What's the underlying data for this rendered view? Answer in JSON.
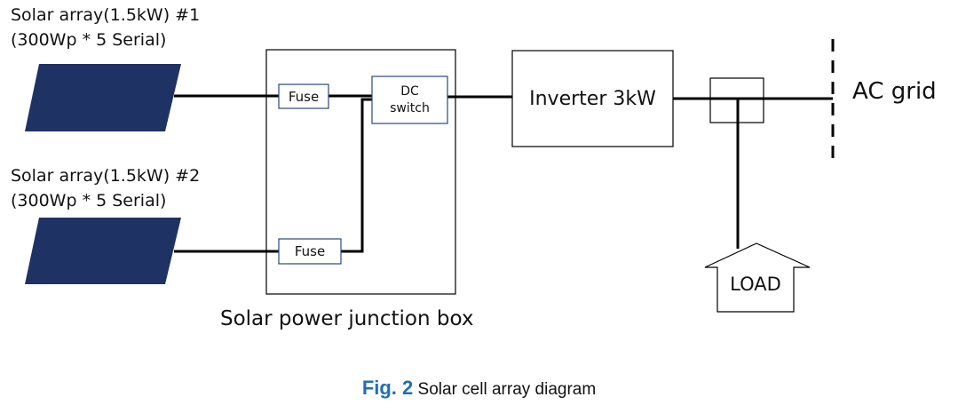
{
  "arrays": [
    {
      "title": "Solar array(1.5kW) #1",
      "config": "(300Wp * 5 Serial)"
    },
    {
      "title": "Solar array(1.5kW) #2",
      "config": "(300Wp * 5 Serial)"
    }
  ],
  "junction_box": {
    "label": "Solar power junction box",
    "fuse_top": "Fuse",
    "fuse_bottom": "Fuse",
    "dc_switch_line1": "DC",
    "dc_switch_line2": "switch"
  },
  "inverter": "Inverter 3kW",
  "grid": "AC grid",
  "load": "LOAD",
  "caption": {
    "fig": "Fig. 2",
    "text": "Solar cell array diagram"
  },
  "colors": {
    "panel": "#1f3264",
    "fig_accent": "#1f6fb5",
    "box_border": "#2a4a7a"
  }
}
